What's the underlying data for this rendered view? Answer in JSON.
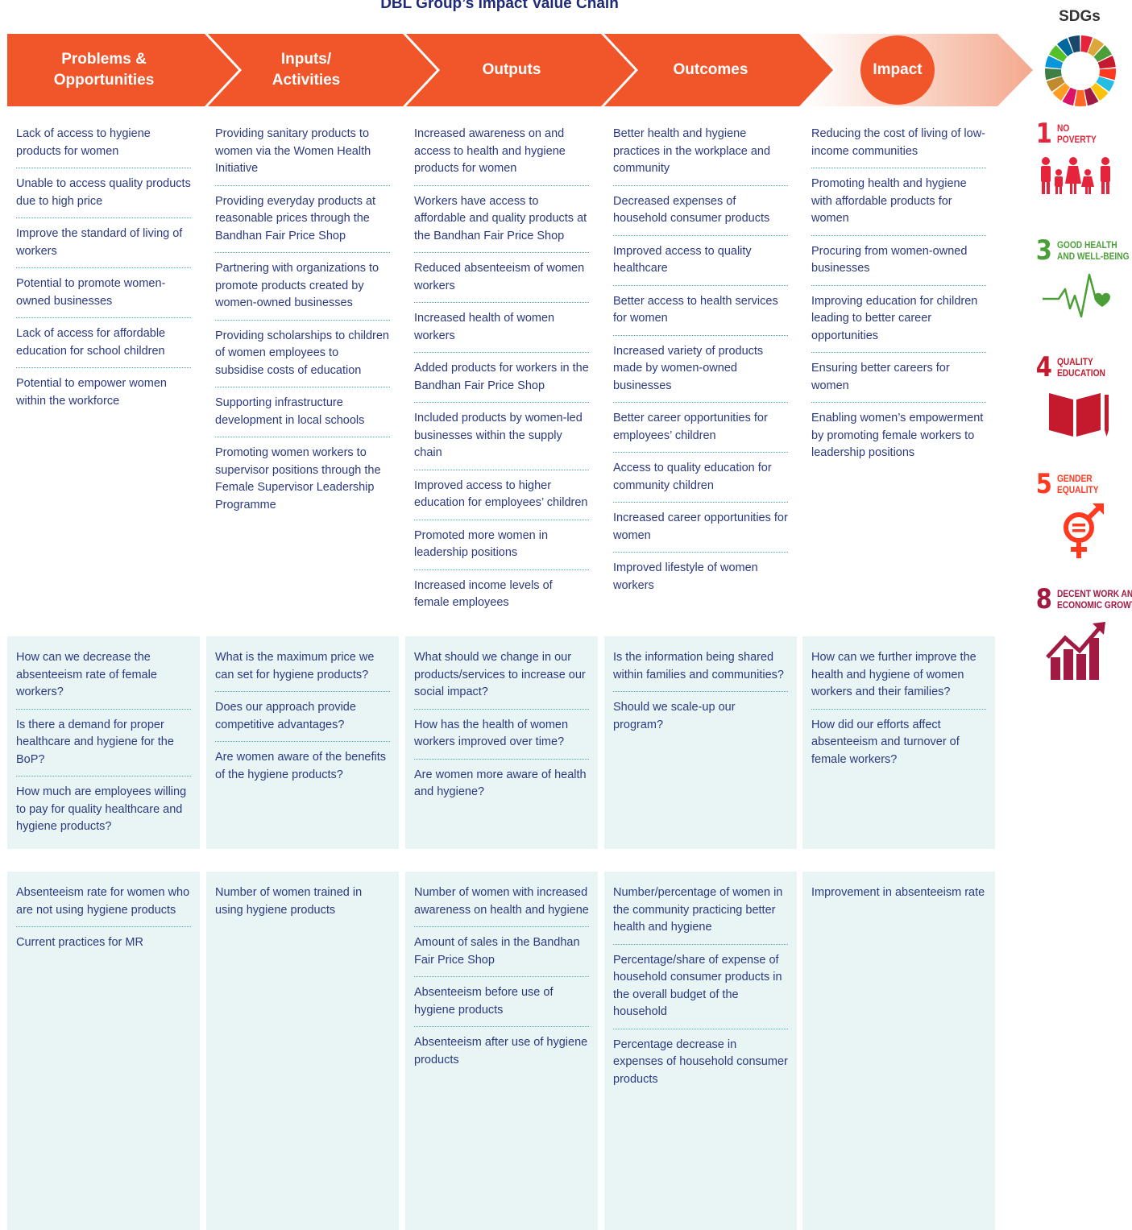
{
  "title": "DBL Group’s Impact Value Chain",
  "sdg_title": "SDGs",
  "stages": [
    {
      "label_line1": "Problems &",
      "label_line2": "Opportunities"
    },
    {
      "label_line1": "Inputs/",
      "label_line2": "Activities"
    },
    {
      "label_line1": "Outputs",
      "label_line2": ""
    },
    {
      "label_line1": "Outcomes",
      "label_line2": ""
    },
    {
      "label_line1": "Impact",
      "label_line2": ""
    }
  ],
  "rows": {
    "main": [
      [
        "Lack of access to hygiene products for women",
        "Unable to access quality products due to high price",
        "Improve the standard of living of workers",
        "Potential to promote women-owned businesses",
        "Lack of access for affordable education for school children",
        "Potential to empower women within the workforce"
      ],
      [
        "Providing sanitary products to women via the Women Health Initiative",
        "Providing everyday products at reasonable prices through the Bandhan Fair Price Shop",
        "Partnering with organizations to promote products created by women-owned businesses",
        "Providing scholarships to children of women employees to subsidise costs of education",
        "Supporting infrastructure development in local schools",
        "Promoting women workers to supervisor positions through the Female Supervisor Leadership Programme"
      ],
      [
        "Increased awareness on and access to health and hygiene products for women",
        "Workers have access to affordable and quality products at the Bandhan Fair Price Shop",
        "Reduced absenteeism of women workers",
        "Increased health of women workers",
        "Added products for workers in the Bandhan Fair Price Shop",
        "Included products by women-led businesses within the supply chain",
        "Improved access to higher education for employees’ children",
        "Promoted more women in leadership positions",
        "Increased income levels of female employees"
      ],
      [
        "Better health and hygiene practices in the workplace and community",
        "Decreased expenses of household consumer products",
        "Improved access to quality healthcare",
        "Better access to health services for women",
        "Increased variety of products made by women-owned businesses",
        "Better career opportunities for employees’ children",
        "Access to quality education for community children",
        "Increased career opportunities for women",
        "Improved lifestyle of women workers"
      ],
      [
        "Reducing the cost of living of low-income communities",
        "Promoting health and hygiene with affordable products for women",
        "Procuring from women-owned businesses",
        "Improving education for children leading to better career opportunities",
        "Ensuring better careers for women",
        "Enabling women’s empowerment by promoting female workers to leadership positions"
      ]
    ],
    "questions": [
      [
        "How can we decrease the absenteeism rate of female workers?",
        "Is there a demand for proper healthcare and hygiene for the BoP?",
        "How much are employees willing to pay for quality healthcare and hygiene products?"
      ],
      [
        "What is the maximum price we can set for hygiene products?",
        "Does our approach provide competitive advantages?",
        "Are women aware of the benefits of the hygiene products?"
      ],
      [
        "What should we change in our products/services to increase our social impact?",
        "How has the health of women workers improved over time?",
        "Are women more aware of health and hygiene?"
      ],
      [
        "Is the information being shared within families and communities?",
        "Should we scale-up our program?"
      ],
      [
        "How can we further improve the health and hygiene of women workers and their families?",
        "How did our efforts affect absenteeism and turnover of female workers?"
      ]
    ],
    "indicators": [
      [
        "Absenteeism rate for women who are not using hygiene products",
        "Current practices for MR"
      ],
      [
        "Number of women trained in using hygiene products"
      ],
      [
        "Number of women with increased awareness on health and hygiene",
        "Amount of sales in the Bandhan Fair Price Shop",
        "Absenteeism before use of hygiene products",
        "Absenteeism after use of hygiene products"
      ],
      [
        "Number/percentage of women in the community practicing better health and hygiene",
        "Percentage/share of expense of household consumer products in the overall budget of the household",
        "Percentage decrease in expenses of household consumer products"
      ],
      [
        "Improvement in absenteeism rate"
      ]
    ]
  },
  "sdgs": [
    {
      "number": "1",
      "name_line1": "NO",
      "name_line2": "POVERTY",
      "color": "#e5243b",
      "icon": "family-icon"
    },
    {
      "number": "3",
      "name_line1": "GOOD HEALTH",
      "name_line2": "AND WELL-BEING",
      "color": "#4c9f38",
      "icon": "heartbeat-icon"
    },
    {
      "number": "4",
      "name_line1": "QUALITY",
      "name_line2": "EDUCATION",
      "color": "#c5192d",
      "icon": "book-pencil-icon"
    },
    {
      "number": "5",
      "name_line1": "GENDER",
      "name_line2": "EQUALITY",
      "color": "#ff3a21",
      "icon": "gender-equality-icon"
    },
    {
      "number": "8",
      "name_line1": "DECENT WORK AND",
      "name_line2": "ECONOMIC GROWTH",
      "color": "#a21942",
      "icon": "growth-chart-icon"
    }
  ],
  "colors": {
    "arrow": "#f0562a",
    "text": "#2b3a80",
    "shade": "#e9f5f5",
    "divider": "#4aa8a8"
  }
}
